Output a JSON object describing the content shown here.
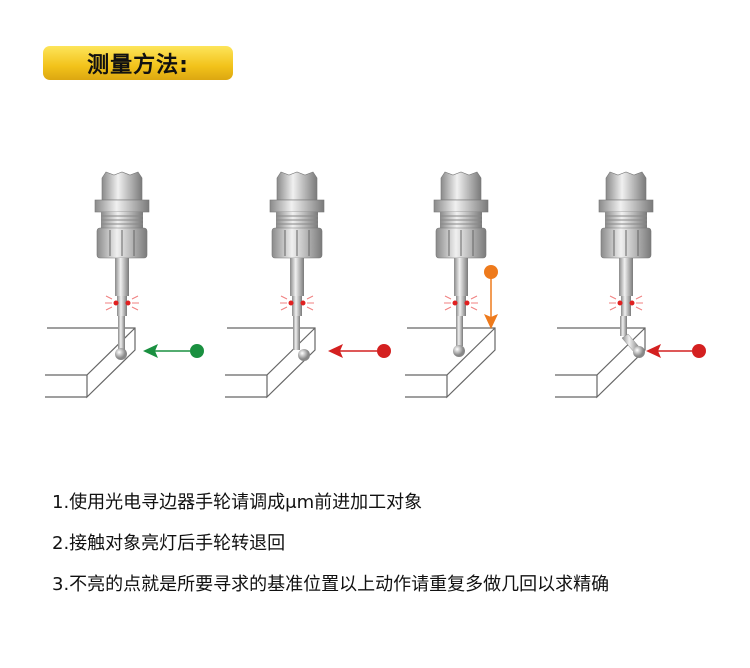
{
  "title": "测量方法:",
  "steps": [
    "1.使用光电寻边器手轮请调成μm前进加工对象",
    "2.接触对象亮灯后手轮转退回",
    "3.不亮的点就是所要寻求的基准位置以上动作请重复多做几回以求精确"
  ],
  "colors": {
    "green": "#1a9040",
    "red": "#d42020",
    "orange": "#ee7a1c",
    "badge": "#f2c21a"
  }
}
